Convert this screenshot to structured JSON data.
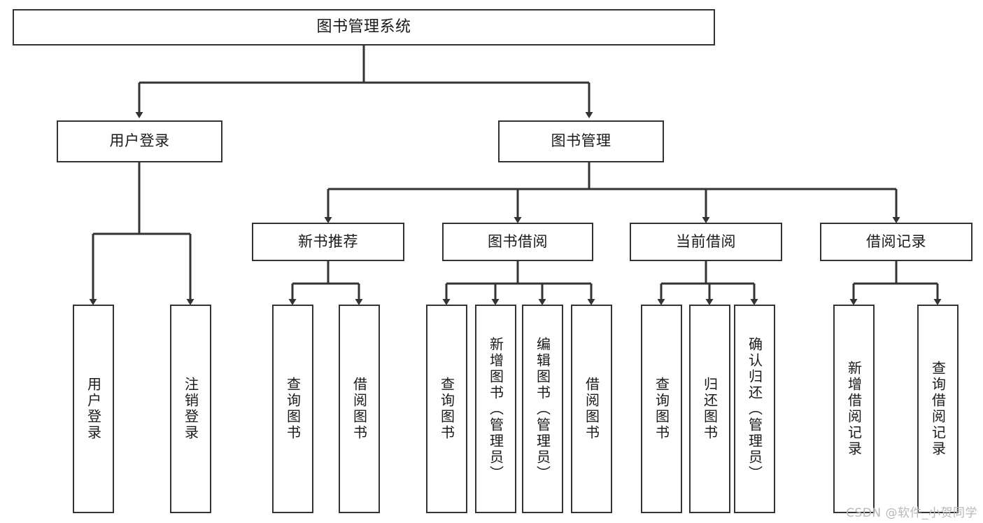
{
  "diagram": {
    "title": "图书管理系统",
    "type": "tree",
    "watermark": "CSDN @软件_小贺同学",
    "colors": {
      "box_border": "#333333",
      "box_fill": "#ffffff",
      "edge": "#333333",
      "text": "#1a1a1a",
      "watermark": "#b9b9b9",
      "background": "#ffffff"
    },
    "nodes": {
      "root": {
        "label": "图书管理系统"
      },
      "level1": [
        {
          "id": "user_login",
          "label": "用户登录"
        },
        {
          "id": "book_manage",
          "label": "图书管理"
        }
      ],
      "level2": [
        {
          "id": "new_book_rec",
          "label": "新书推荐"
        },
        {
          "id": "book_borrow",
          "label": "图书借阅"
        },
        {
          "id": "current_borrow",
          "label": "当前借阅"
        },
        {
          "id": "borrow_record",
          "label": "借阅记录"
        }
      ],
      "leaves": {
        "user_login": [
          {
            "id": "leaf_user_login",
            "label": "用户登录"
          },
          {
            "id": "leaf_user_logout",
            "label": "注销登录"
          }
        ],
        "new_book_rec": [
          {
            "id": "leaf_query_book_1",
            "label": "查询图书"
          },
          {
            "id": "leaf_borrow_book_1",
            "label": "借阅图书"
          }
        ],
        "book_borrow": [
          {
            "id": "leaf_query_book_2",
            "label": "查询图书"
          },
          {
            "id": "leaf_add_book",
            "label": "新增图书（管理员）"
          },
          {
            "id": "leaf_edit_book",
            "label": "编辑图书（管理员）"
          },
          {
            "id": "leaf_borrow_book_2",
            "label": "借阅图书"
          }
        ],
        "current_borrow": [
          {
            "id": "leaf_query_book_3",
            "label": "查询图书"
          },
          {
            "id": "leaf_return_book",
            "label": "归还图书"
          },
          {
            "id": "leaf_confirm_return",
            "label": "确认归还（管理员）"
          }
        ],
        "borrow_record": [
          {
            "id": "leaf_add_record",
            "label": "新增借阅记录"
          },
          {
            "id": "leaf_query_record",
            "label": "查询借阅记录"
          }
        ]
      }
    }
  }
}
